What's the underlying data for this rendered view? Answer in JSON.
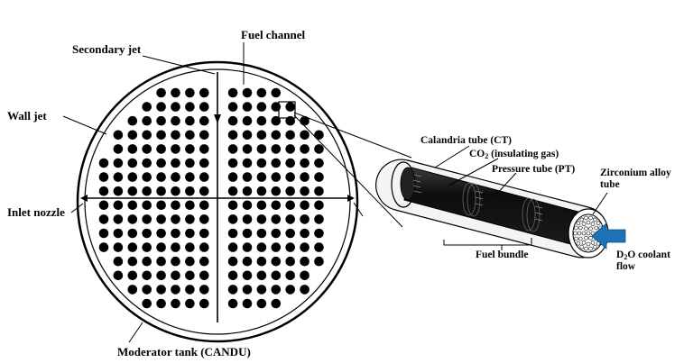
{
  "labels": {
    "secondary_jet": "Secondary jet",
    "fuel_channel": "Fuel channel",
    "wall_jet": "Wall jet",
    "inlet_nozzle": "Inlet nozzle",
    "moderator_tank": "Moderator tank (CANDU)",
    "calandria_tube": "Calandria tube (CT)",
    "co2_prefix": "CO",
    "co2_sub": "2",
    "co2_suffix": " (insulating gas)",
    "pressure_tube": "Pressure tube (PT)",
    "zirconium_line1": "Zirconium alloy",
    "zirconium_line2": "tube",
    "fuel_bundle": "Fuel bundle",
    "coolant_prefix": "D",
    "coolant_sub": "2",
    "coolant_suffix": "O coolant",
    "coolant_line2": "flow"
  },
  "colors": {
    "ink": "#000000",
    "coolant_arrow": "#1e73b8",
    "tube_shell": "#f4f4f4",
    "tube_core": "#1a1a1a"
  }
}
